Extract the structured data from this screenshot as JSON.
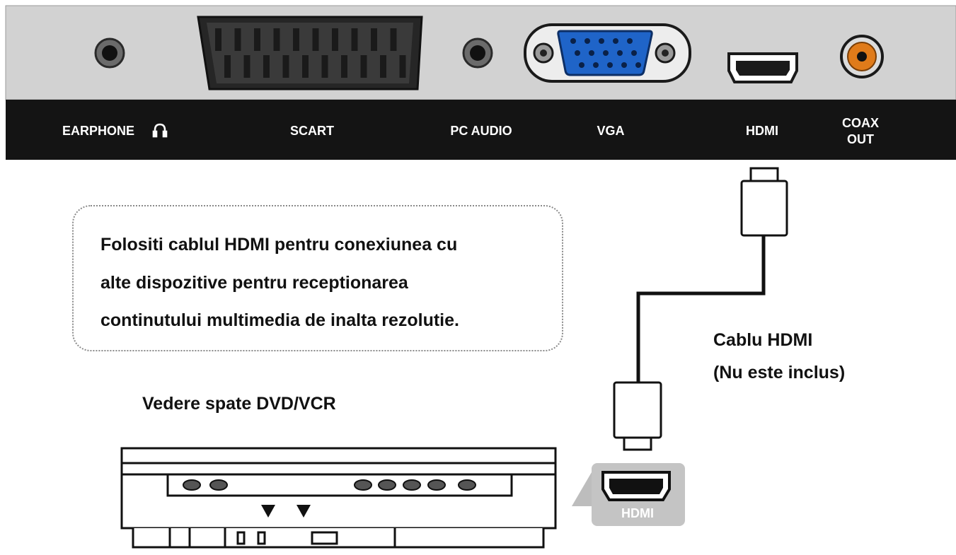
{
  "panel": {
    "colors": {
      "panel_face": "#d2d2d2",
      "label_strip": "#141414",
      "vga_blue": "#1f64c8",
      "coax_orange": "#e07b1a"
    },
    "ports": [
      {
        "label": "EARPHONE",
        "icon": "headphone-icon"
      },
      {
        "label": "SCART"
      },
      {
        "label": "PC AUDIO"
      },
      {
        "label": "VGA"
      },
      {
        "label": "HDMI"
      },
      {
        "label": "COAX",
        "label_line2": "OUT"
      }
    ]
  },
  "note": {
    "lines": [
      "Folositi cablul HDMI  pentru  conexiunea cu",
      "alte  dispozitive  pentru  receptionarea",
      "continutului multimedia de inalta rezolutie."
    ]
  },
  "cable": {
    "label": "Cablu HDMI",
    "note": "(Nu este inclus)"
  },
  "device": {
    "title": "Vedere spate DVD/VCR",
    "hdmi_port_label": "HDMI"
  }
}
